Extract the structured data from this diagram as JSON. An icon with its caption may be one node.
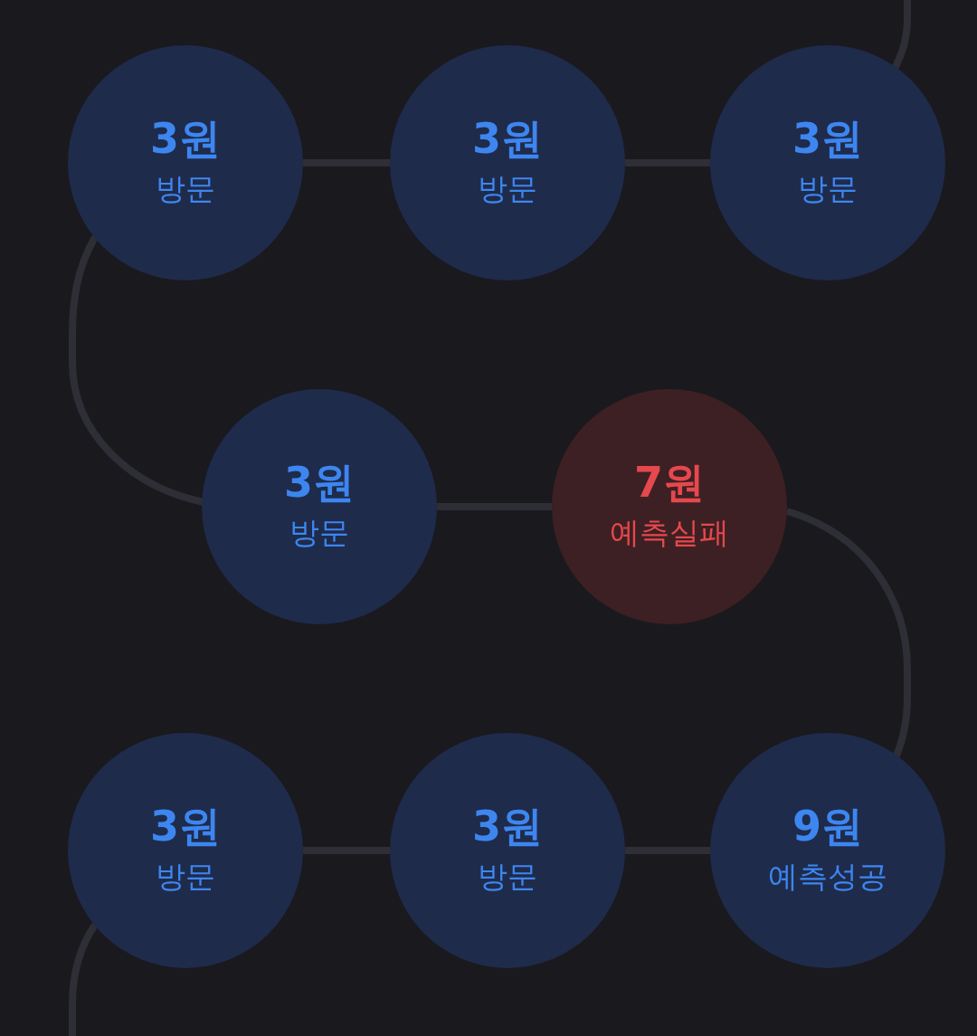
{
  "diagram": {
    "nodes": [
      {
        "text": [
          "3원",
          "방문"
        ]
      },
      {
        "text": [
          "3원",
          "방문"
        ]
      },
      {
        "text": [
          "3원",
          "방문"
        ]
      },
      {
        "text": [
          "3원",
          "방문"
        ]
      },
      {
        "text": [
          "7원",
          "예측실패"
        ]
      },
      {
        "text": [
          "3원",
          "방문"
        ]
      },
      {
        "text": [
          "3원",
          "방문"
        ]
      },
      {
        "text": [
          "9원",
          "예측성공"
        ]
      }
    ],
    "edges": [
      {
        "from": null,
        "to": 2,
        "arrow": "none"
      },
      {
        "from": 0,
        "to": 1,
        "arrow": "none"
      },
      {
        "from": 1,
        "to": 2,
        "arrow": "none"
      },
      {
        "from": 0,
        "to": 3,
        "arrow": "none"
      },
      {
        "from": 3,
        "to": 4,
        "arrow": "none"
      },
      {
        "from": 4,
        "to": 7,
        "arrow": "none"
      },
      {
        "from": 6,
        "to": 7,
        "arrow": "none"
      },
      {
        "from": 5,
        "to": 6,
        "arrow": "none"
      },
      {
        "from": 5,
        "to": null,
        "arrow": "none"
      }
    ]
  }
}
